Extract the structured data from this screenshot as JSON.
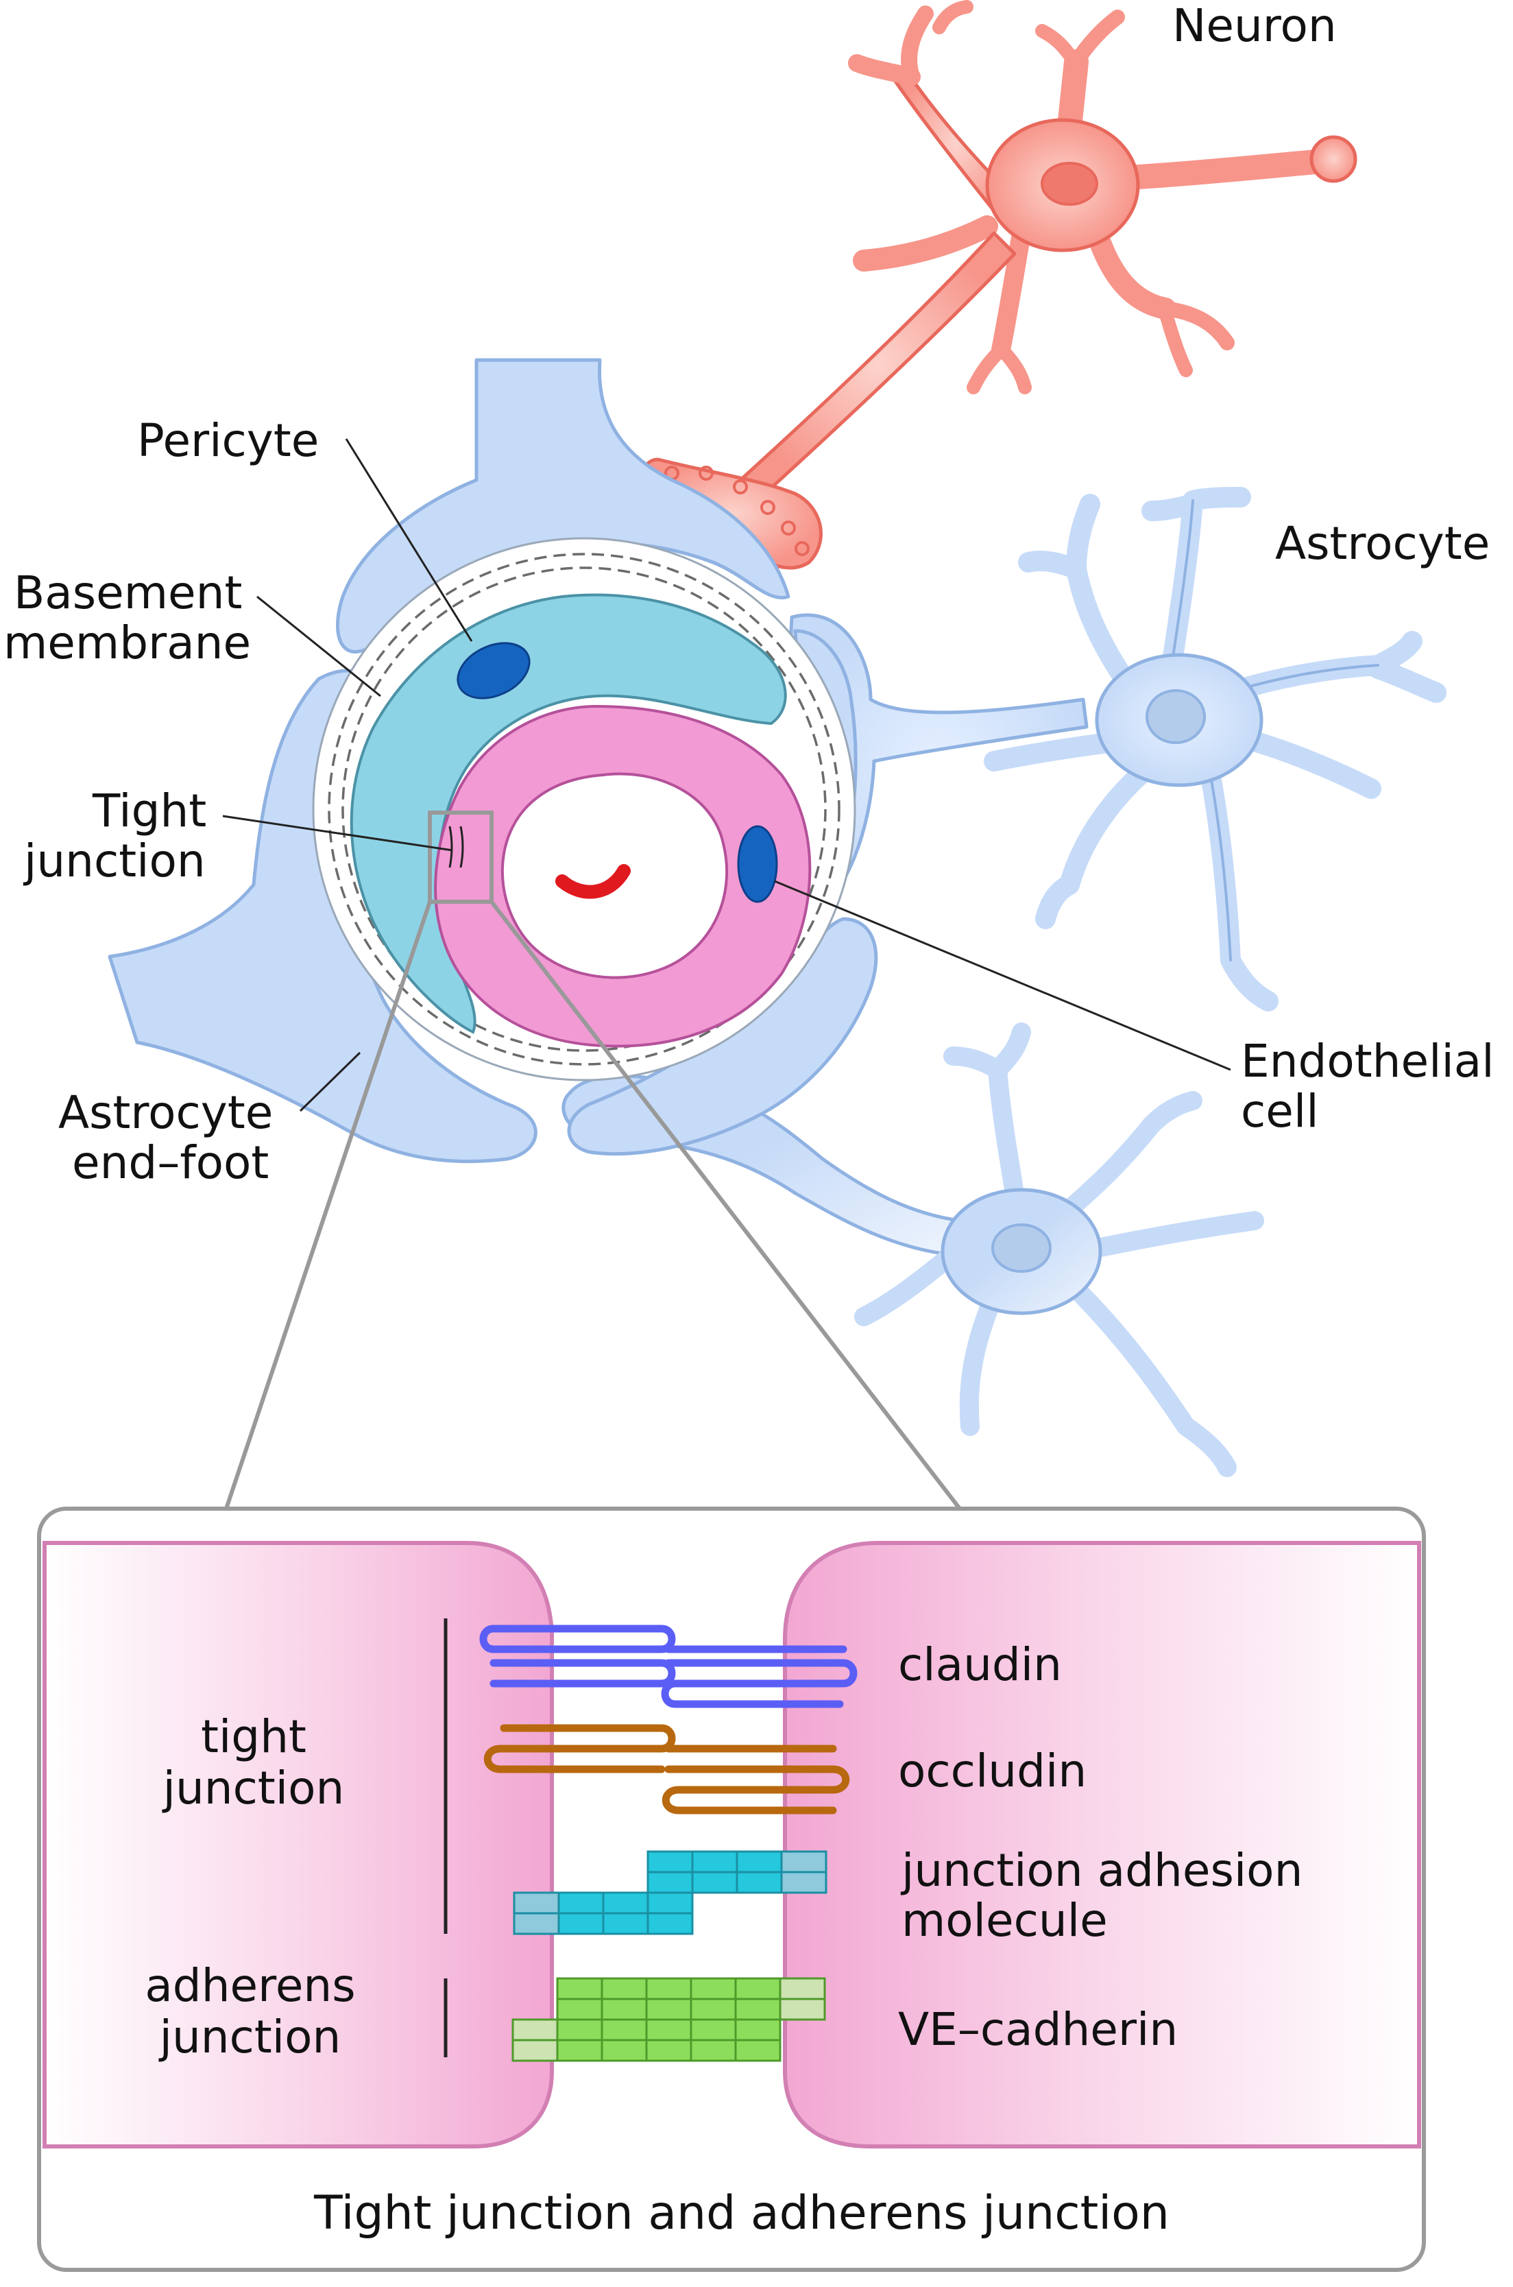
{
  "labels": {
    "neuron": "Neuron",
    "astrocyte": "Astrocyte",
    "pericyte": "Pericyte",
    "basement_membrane": [
      "Basement",
      "membrane"
    ],
    "tight_junction": [
      "Tight",
      "junction"
    ],
    "astrocyte_end_foot": [
      "Astrocyte",
      "end–foot"
    ],
    "endothelial_cell": [
      "Endothelial",
      "cell"
    ]
  },
  "inset": {
    "caption": "Tight junction and adherens junction",
    "groups": {
      "tight_junction": [
        "tight",
        "junction"
      ],
      "adherens_junction": [
        "adherens",
        "junction"
      ]
    },
    "proteins": {
      "claudin": "claudin",
      "occludin": "occludin",
      "jam": [
        "junction adhesion",
        "molecule"
      ],
      "ve_cadherin": "VE–cadherin"
    }
  },
  "colors": {
    "neuron": "#f7958a",
    "astrocyte": "#c6dbf8",
    "astrocyte_outline": "#8fb2e2",
    "pericyte": "#8dd3e6",
    "pericyte_nucleus": "#1565c0",
    "endothelial": "#f29ad3",
    "rbc": "#e0191f",
    "claudin": "#5b5ef5",
    "occludin": "#b8680f",
    "jam": "#25c8dd",
    "ve_cadherin": "#8ddd5c"
  }
}
